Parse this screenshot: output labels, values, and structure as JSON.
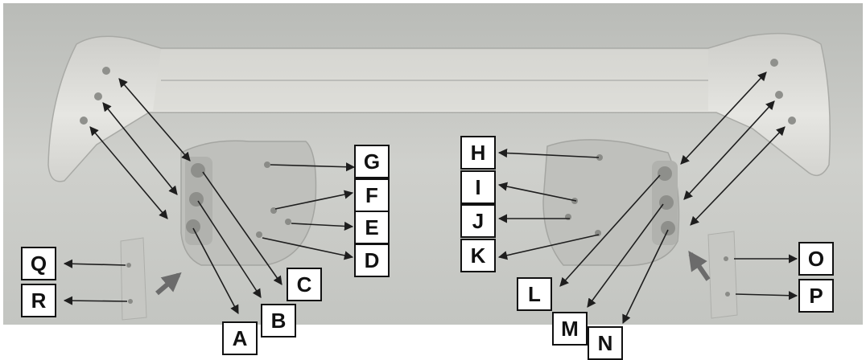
{
  "diagram": {
    "labels": {
      "A": "A",
      "B": "B",
      "C": "C",
      "D": "D",
      "E": "E",
      "F": "F",
      "G": "G",
      "H": "H",
      "I": "I",
      "J": "J",
      "K": "K",
      "L": "L",
      "M": "M",
      "N": "N",
      "O": "O",
      "P": "P",
      "Q": "Q",
      "R": "R"
    },
    "colors": {
      "background": "#ffffff",
      "photo_bg": "#c9cbc7",
      "spoiler_body": "#dadad6",
      "bracket": "#bdbfbb",
      "arrow": "#1e1e1e",
      "pointer_arrow": "#6b6b6b"
    }
  }
}
